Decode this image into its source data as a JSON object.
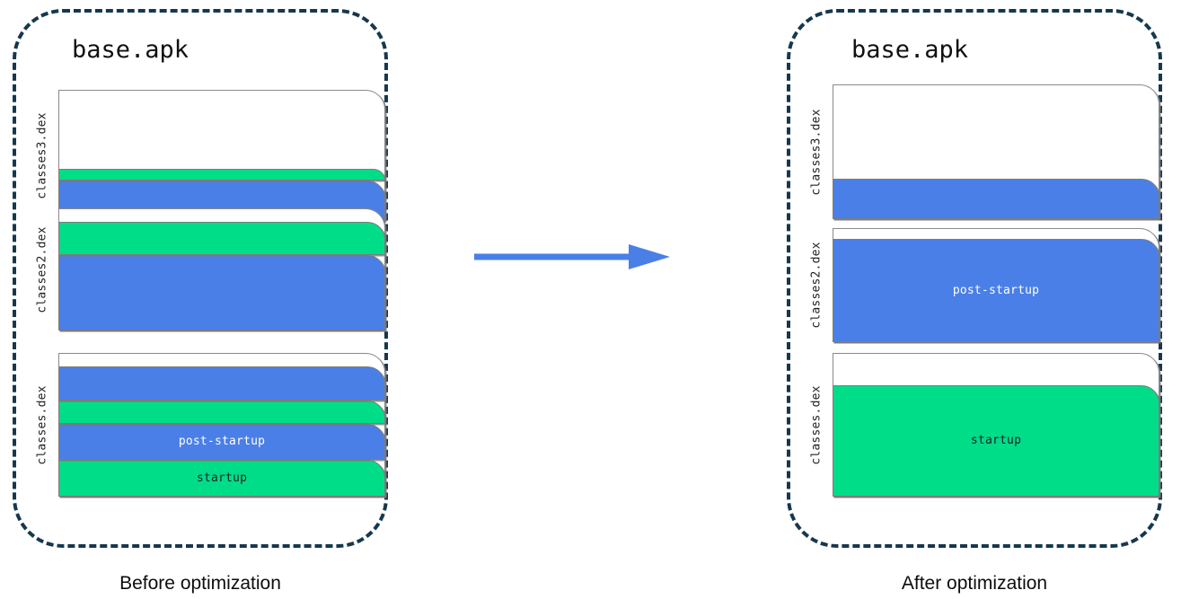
{
  "theme": {
    "panel_border": "#16384e",
    "blue": "#4a7fe8",
    "green": "#00dd88",
    "arrow": "#4a7fe8",
    "block_outline": "#8a8a8a",
    "background": "#ffffff"
  },
  "before": {
    "panel_title": "base.apk",
    "caption": "Before optimization",
    "dex_files": [
      {
        "label": "classes3.dex",
        "segments": [
          {
            "kind": "empty",
            "text": "",
            "pct": 60.0
          },
          {
            "kind": "green",
            "text": "",
            "pct": 9.0
          },
          {
            "kind": "blue",
            "text": "",
            "pct": 31.0
          }
        ]
      },
      {
        "label": "classes2.dex",
        "segments": [
          {
            "kind": "empty",
            "text": "",
            "pct": 10.0
          },
          {
            "kind": "green",
            "text": "",
            "pct": 28.0
          },
          {
            "kind": "blue",
            "text": "",
            "pct": 62.0
          }
        ]
      },
      {
        "label": "classes.dex",
        "segments": [
          {
            "kind": "empty",
            "text": "",
            "pct": 9.0
          },
          {
            "kind": "blue",
            "text": "",
            "pct": 24.0
          },
          {
            "kind": "green",
            "text": "",
            "pct": 16.0
          },
          {
            "kind": "blue",
            "text": "post-startup",
            "pct": 25.0
          },
          {
            "kind": "green",
            "text": "startup",
            "pct": 26.0
          }
        ]
      }
    ]
  },
  "after": {
    "panel_title": "base.apk",
    "caption": "After optimization",
    "dex_files": [
      {
        "label": "classes3.dex",
        "segments": [
          {
            "kind": "empty",
            "text": "",
            "pct": 70.0
          },
          {
            "kind": "blue",
            "text": "",
            "pct": 30.0
          }
        ]
      },
      {
        "label": "classes2.dex",
        "segments": [
          {
            "kind": "empty",
            "text": "",
            "pct": 9.0
          },
          {
            "kind": "blue",
            "text": "post-startup",
            "pct": 91.0
          }
        ]
      },
      {
        "label": "classes.dex",
        "segments": [
          {
            "kind": "empty",
            "text": "",
            "pct": 22.0
          },
          {
            "kind": "green",
            "text": "startup",
            "pct": 78.0
          }
        ]
      }
    ]
  },
  "arrow": {
    "icon": "arrow-right-icon",
    "direction": "right"
  }
}
